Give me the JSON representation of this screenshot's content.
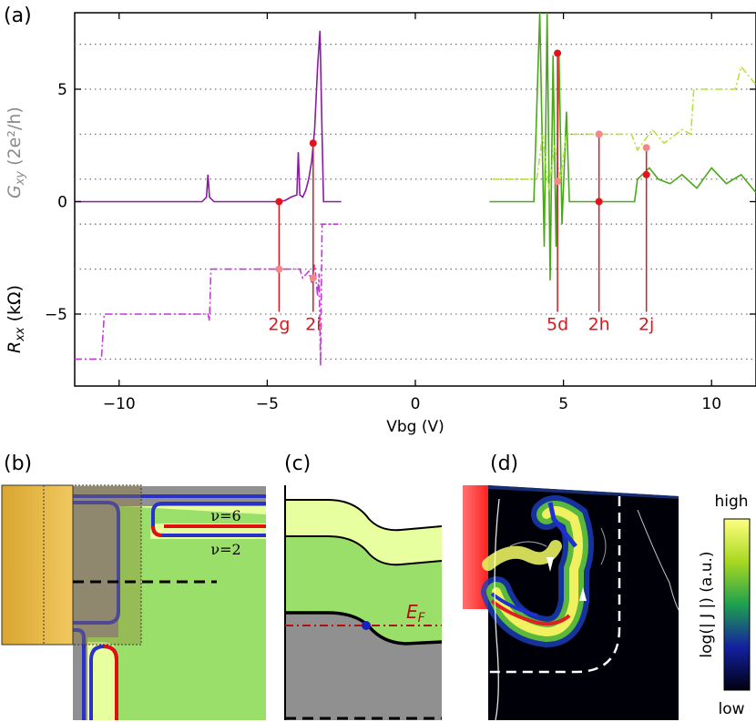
{
  "panel_labels": {
    "a": "(a)",
    "b": "(b)",
    "c": "(c)",
    "d": "(d)"
  },
  "chart_data": {
    "type": "line",
    "xlabel": "Vbg (V)",
    "ylabel_top": "G_xy (2e²/h)",
    "ylabel_top_parts": {
      "main": "G",
      "sub": "xy",
      "rest": " (2e²/h)"
    },
    "ylabel_bottom_parts": {
      "main": "R",
      "sub": "xx",
      "rest": " (kΩ)"
    },
    "xlim": [
      -11.5,
      11.5
    ],
    "ylim": [
      -8.2,
      8.4
    ],
    "x_ticks": [
      -10,
      -5,
      0,
      5,
      10
    ],
    "x_tick_labels": [
      "−10",
      "−5",
      "0",
      "5",
      "10"
    ],
    "y_ticks": [
      -5,
      0,
      5
    ],
    "y_tick_labels": [
      "−5",
      "0",
      "5"
    ],
    "dotted_grid_y": [
      7,
      5,
      3,
      1,
      -1,
      -3,
      -5,
      -7
    ],
    "colors": {
      "purple": "#8b1aa3",
      "purple_light": "#c43ad8",
      "green": "#4aa81a",
      "green_light": "#b7e23a",
      "marker": "#e0151c",
      "marker_light": "#f08a8a"
    },
    "series": [
      {
        "color": "purple",
        "style": "solid",
        "points": [
          [
            -11.5,
            0
          ],
          [
            -7.2,
            0
          ],
          [
            -7.05,
            0.2
          ],
          [
            -7.0,
            1.2
          ],
          [
            -6.95,
            0.2
          ],
          [
            -6.8,
            0
          ],
          [
            -4.6,
            0
          ],
          [
            -4.4,
            0.05
          ],
          [
            -4.2,
            0.2
          ],
          [
            -4.0,
            0.3
          ],
          [
            -3.95,
            2.2
          ],
          [
            -3.9,
            0.3
          ],
          [
            -3.8,
            0.2
          ],
          [
            -3.7,
            0.5
          ],
          [
            -3.6,
            1.0
          ],
          [
            -3.5,
            1.8
          ],
          [
            -3.4,
            3.2
          ],
          [
            -3.3,
            6.0
          ],
          [
            -3.22,
            7.6
          ],
          [
            -3.15,
            3.0
          ],
          [
            -3.1,
            0
          ],
          [
            -2.5,
            0
          ]
        ]
      },
      {
        "color": "purple_light",
        "style": "dashdot",
        "points": [
          [
            -11.5,
            -7
          ],
          [
            -10.6,
            -7
          ],
          [
            -10.5,
            -5
          ],
          [
            -7.0,
            -5
          ],
          [
            -6.95,
            -5.3
          ],
          [
            -6.9,
            -3
          ],
          [
            -3.9,
            -3
          ],
          [
            -3.8,
            -3.4
          ],
          [
            -3.6,
            -3.1
          ],
          [
            -3.5,
            -3.6
          ],
          [
            -3.4,
            -2.8
          ],
          [
            -3.3,
            -4.2
          ],
          [
            -3.25,
            -3.2
          ],
          [
            -3.2,
            -7.3
          ],
          [
            -3.15,
            -1
          ],
          [
            -2.6,
            -1
          ]
        ]
      },
      {
        "color": "green",
        "style": "solid",
        "points": [
          [
            2.5,
            0
          ],
          [
            4.0,
            0
          ],
          [
            4.2,
            8.4
          ],
          [
            4.35,
            -2
          ],
          [
            4.45,
            8.4
          ],
          [
            4.55,
            -3.5
          ],
          [
            4.65,
            6.5
          ],
          [
            4.75,
            -2
          ],
          [
            4.85,
            6.6
          ],
          [
            4.95,
            -1
          ],
          [
            5.1,
            4
          ],
          [
            5.2,
            0
          ],
          [
            7.4,
            0
          ],
          [
            7.5,
            1
          ],
          [
            7.9,
            1.5
          ],
          [
            8.2,
            1
          ],
          [
            8.6,
            0.8
          ],
          [
            9.0,
            1.2
          ],
          [
            9.5,
            0.6
          ],
          [
            10.0,
            1.5
          ],
          [
            10.5,
            0.8
          ],
          [
            11.0,
            1.2
          ],
          [
            11.5,
            0.4
          ]
        ]
      },
      {
        "color": "green_light",
        "style": "dashdot",
        "points": [
          [
            2.6,
            1
          ],
          [
            4.1,
            1
          ],
          [
            4.3,
            3
          ],
          [
            4.5,
            0.5
          ],
          [
            4.7,
            2.5
          ],
          [
            4.9,
            1
          ],
          [
            5.1,
            3
          ],
          [
            7.3,
            3
          ],
          [
            7.5,
            2.3
          ],
          [
            8.0,
            3.2
          ],
          [
            8.4,
            2.6
          ],
          [
            9.0,
            3.2
          ],
          [
            9.3,
            3
          ],
          [
            9.4,
            5
          ],
          [
            10.8,
            5
          ],
          [
            11.0,
            6
          ],
          [
            11.5,
            5.2
          ]
        ]
      }
    ],
    "markers": [
      {
        "label": "2g",
        "x": -4.6,
        "y_top": 0,
        "y_bottom": -3,
        "label_y": -5.5
      },
      {
        "label": "2i",
        "x": -3.45,
        "y_top": 2.6,
        "y_bottom": -3.4,
        "label_y": -5.5
      },
      {
        "label": "5d",
        "x": 4.8,
        "y_top": 6.6,
        "y_bottom": 0.9,
        "label_y": -5.5
      },
      {
        "label": "2h",
        "x": 6.2,
        "y_top": 0,
        "y_bottom": 3.0,
        "label_y": -5.5
      },
      {
        "label": "2j",
        "x": 7.8,
        "y_top": 1.2,
        "y_bottom": 2.4,
        "label_y": -5.5
      }
    ]
  },
  "panel_b": {
    "nu6": "ν=6",
    "nu2": "ν=2"
  },
  "panel_c": {
    "ef_main": "E",
    "ef_sub": "F"
  },
  "panel_d": {
    "colorbar_title": "log(| J |) (a.u.)",
    "colorbar_high": "high",
    "colorbar_low": "low"
  }
}
